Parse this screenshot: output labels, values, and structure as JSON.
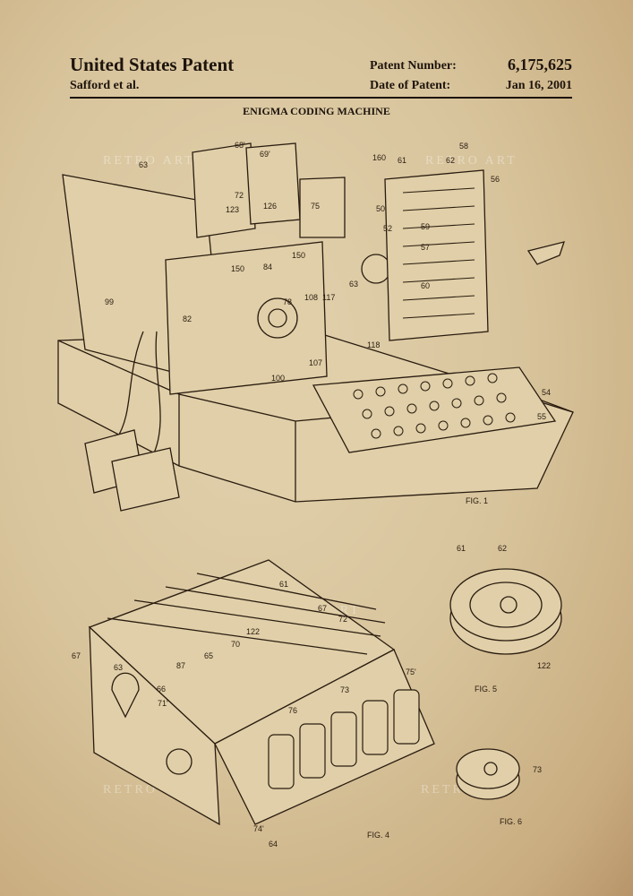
{
  "header": {
    "title": "United States Patent",
    "inventor": "Safford et al.",
    "patent_number_label": "Patent Number:",
    "patent_number": "6,175,625",
    "date_label": "Date of Patent:",
    "date": "Jan 16, 2001"
  },
  "subtitle": "ENIGMA CODING MACHINE",
  "watermark": "RETRO ART",
  "figures": {
    "fig1": "FIG. 1",
    "fig4": "FIG. 4",
    "fig5": "FIG. 5",
    "fig6": "FIG. 6"
  },
  "fig1_refs": [
    "68'",
    "69'",
    "63",
    "72",
    "126",
    "123",
    "75",
    "160",
    "61",
    "58",
    "62",
    "56",
    "50",
    "52",
    "59",
    "57",
    "60",
    "150",
    "84",
    "150",
    "99",
    "82",
    "78",
    "108",
    "117",
    "63",
    "118",
    "107",
    "100",
    "54",
    "55"
  ],
  "fig4_refs": [
    "61",
    "67",
    "72'",
    "63",
    "122",
    "70",
    "65",
    "87",
    "66",
    "71'",
    "73",
    "75'",
    "76",
    "67",
    "74'",
    "64"
  ],
  "fig5_refs": [
    "61",
    "62",
    "122"
  ],
  "fig6_refs": [
    "73"
  ]
}
